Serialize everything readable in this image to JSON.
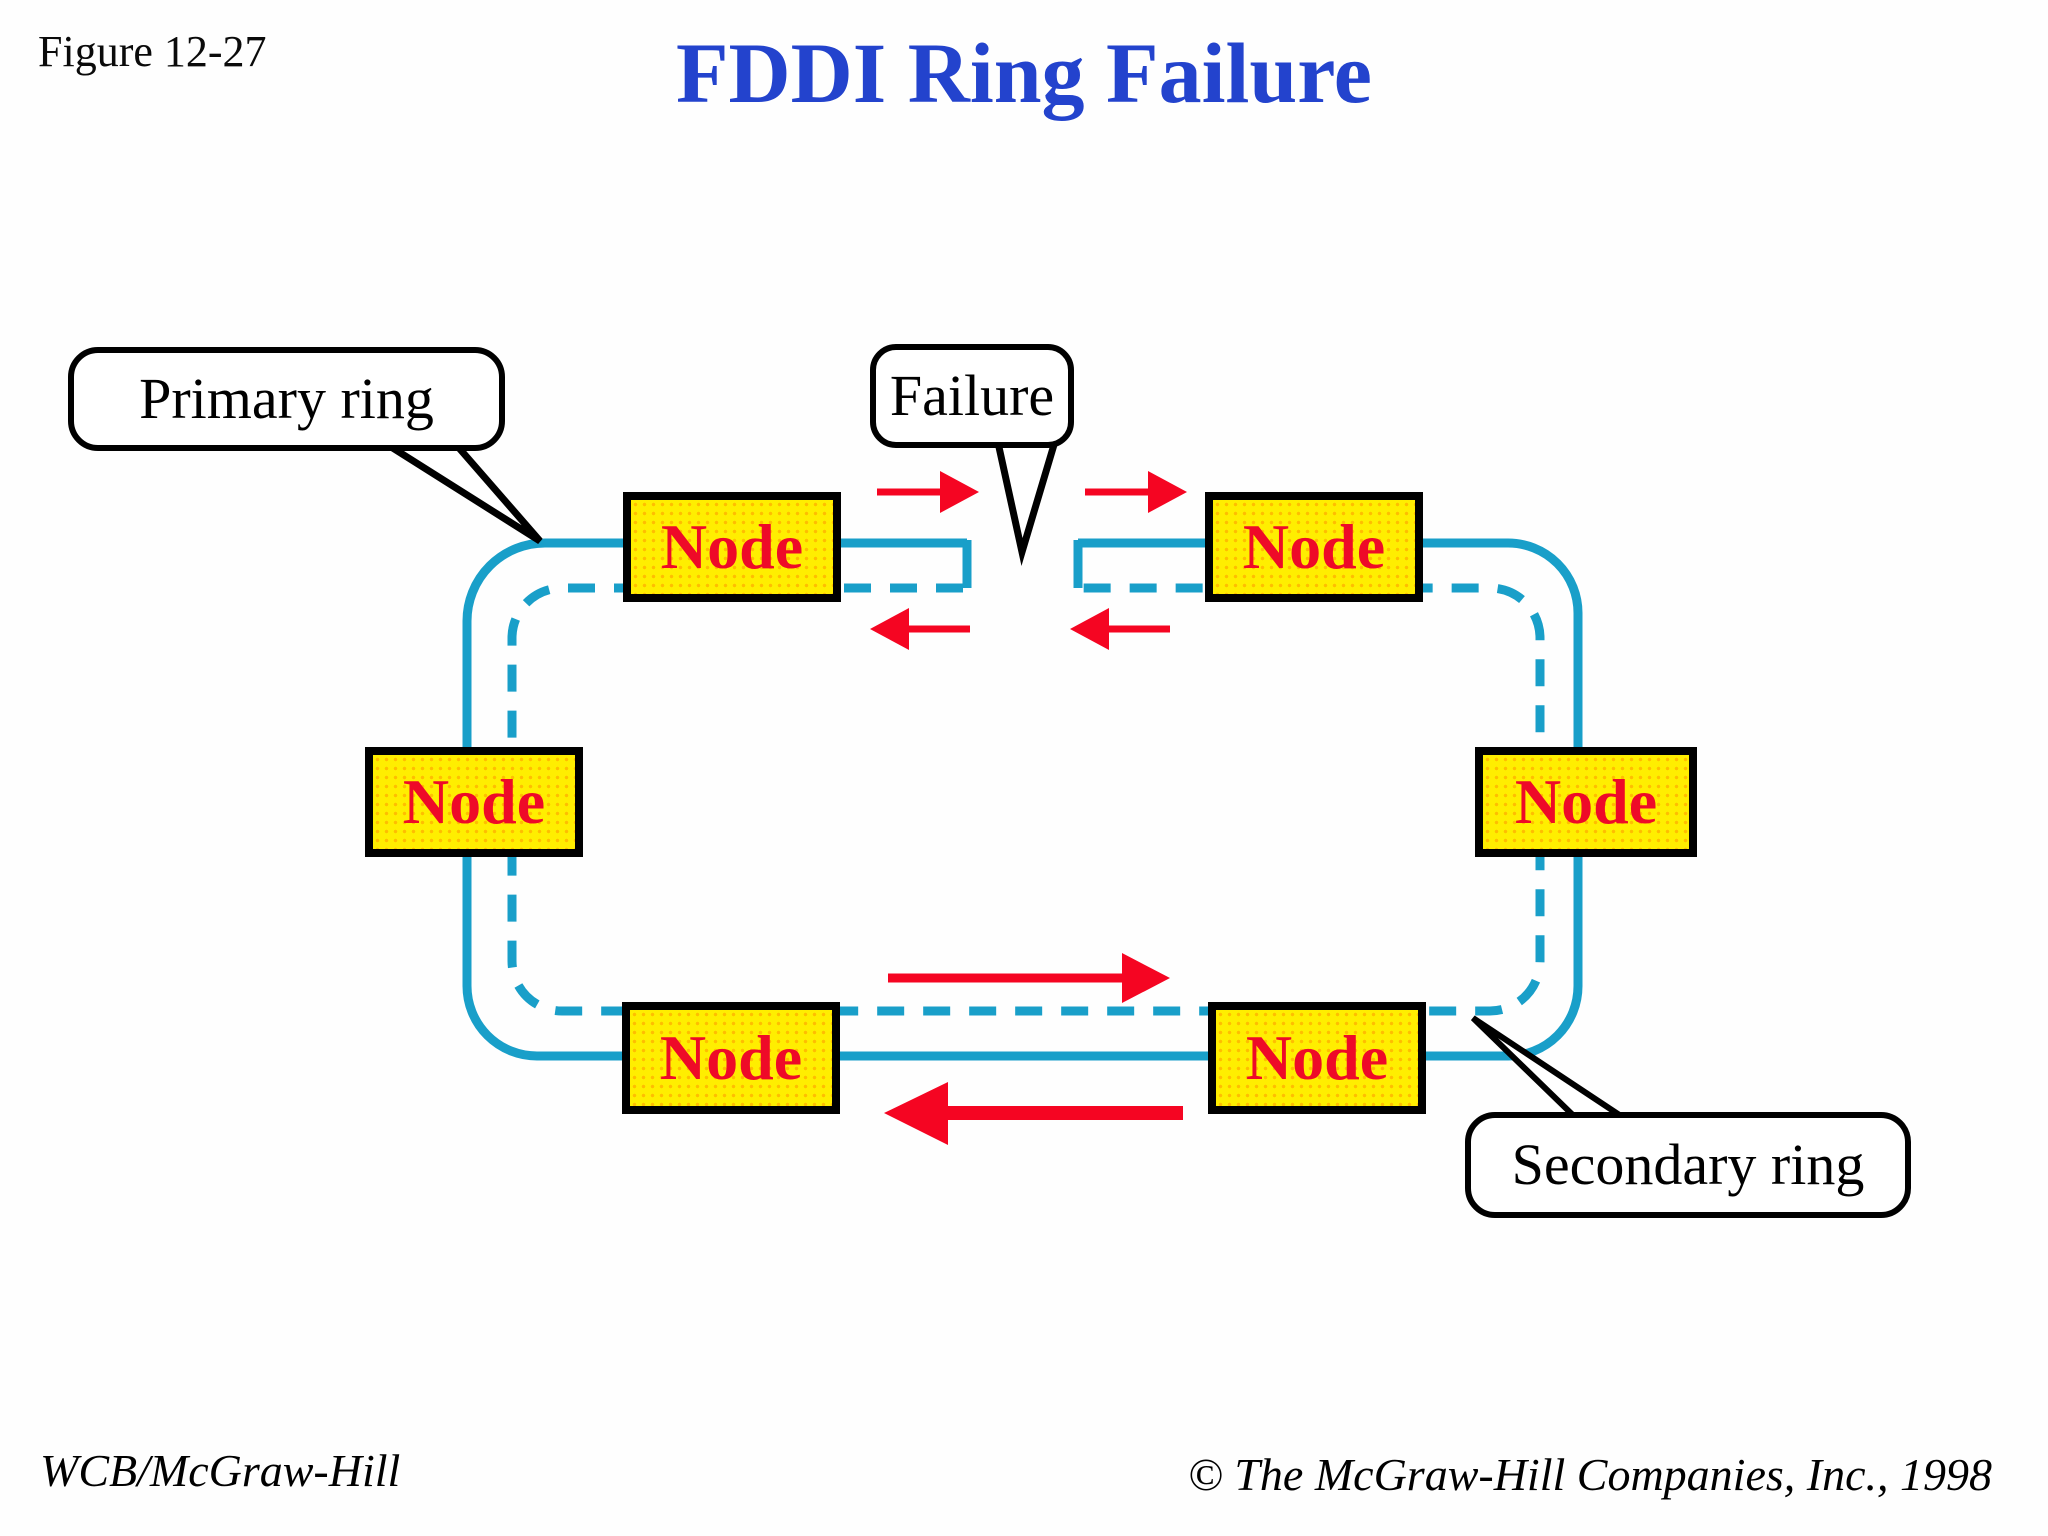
{
  "figure_label": "Figure 12-27",
  "title": "FDDI Ring Failure",
  "callouts": {
    "primary_ring": "Primary ring",
    "failure": "Failure",
    "secondary_ring": "Secondary ring"
  },
  "nodes": {
    "top_left": "Node",
    "top_right": "Node",
    "middle_left": "Node",
    "middle_right": "Node",
    "bottom_left": "Node",
    "bottom_right": "Node"
  },
  "rings": {
    "primary_style": "solid",
    "secondary_style": "dashed",
    "failure_gap_location": "top-center"
  },
  "footer": {
    "publisher": "WCB/McGraw-Hill",
    "copyright": "© The McGraw-Hill Companies, Inc., 1998"
  },
  "colors": {
    "title_blue": "#2343cd",
    "ring_cyan": "#199fc9",
    "arrow_red": "#f50522",
    "node_yellow": "#ffee00",
    "node_text_red": "#ee0a28"
  }
}
